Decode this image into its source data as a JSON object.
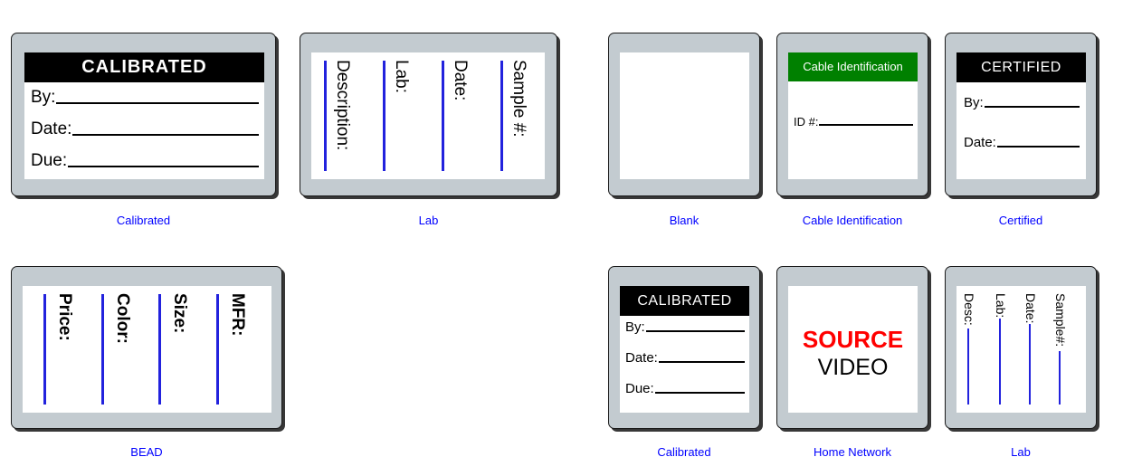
{
  "page": {
    "background": "#ffffff",
    "caption_color": "#0000ff",
    "card_fill": "#c3cbd0",
    "banner_black": "#000000",
    "banner_green": "#008000",
    "accent_red": "#ff0000",
    "rule_blue": "#2222dd"
  },
  "labels": [
    {
      "id": "calibrated-large",
      "caption": "Calibrated",
      "banner": "CALIBRATED",
      "fields": [
        {
          "label": "By:"
        },
        {
          "label": "Date:"
        },
        {
          "label": "Due:"
        }
      ]
    },
    {
      "id": "lab-large",
      "caption": "Lab",
      "columns": [
        {
          "label": "Description:"
        },
        {
          "label": "Lab:"
        },
        {
          "label": "Date:"
        },
        {
          "label": "Sample #:"
        }
      ]
    },
    {
      "id": "blank",
      "caption": "Blank"
    },
    {
      "id": "cable-identification",
      "caption": "Cable Identification",
      "banner": "Cable Identification",
      "fields": [
        {
          "label": "ID #:"
        }
      ]
    },
    {
      "id": "certified",
      "caption": "Certified",
      "banner": "CERTIFIED",
      "fields": [
        {
          "label": "By:"
        },
        {
          "label": "Date:"
        }
      ]
    },
    {
      "id": "bead",
      "caption": "BEAD",
      "columns": [
        {
          "label": "Price:"
        },
        {
          "label": "Color:"
        },
        {
          "label": "Size:"
        },
        {
          "label": "MFR:"
        }
      ]
    },
    {
      "id": "calibrated-small",
      "caption": "Calibrated",
      "banner": "CALIBRATED",
      "fields": [
        {
          "label": "By:"
        },
        {
          "label": "Date:"
        },
        {
          "label": "Due:"
        }
      ]
    },
    {
      "id": "home-network",
      "caption": "Home Network",
      "lines": {
        "primary": "SOURCE",
        "secondary": "VIDEO"
      }
    },
    {
      "id": "lab-small",
      "caption": "Lab",
      "columns": [
        {
          "label": "Desc:"
        },
        {
          "label": "Lab:"
        },
        {
          "label": "Date:"
        },
        {
          "label": "Sample#:"
        }
      ]
    }
  ]
}
